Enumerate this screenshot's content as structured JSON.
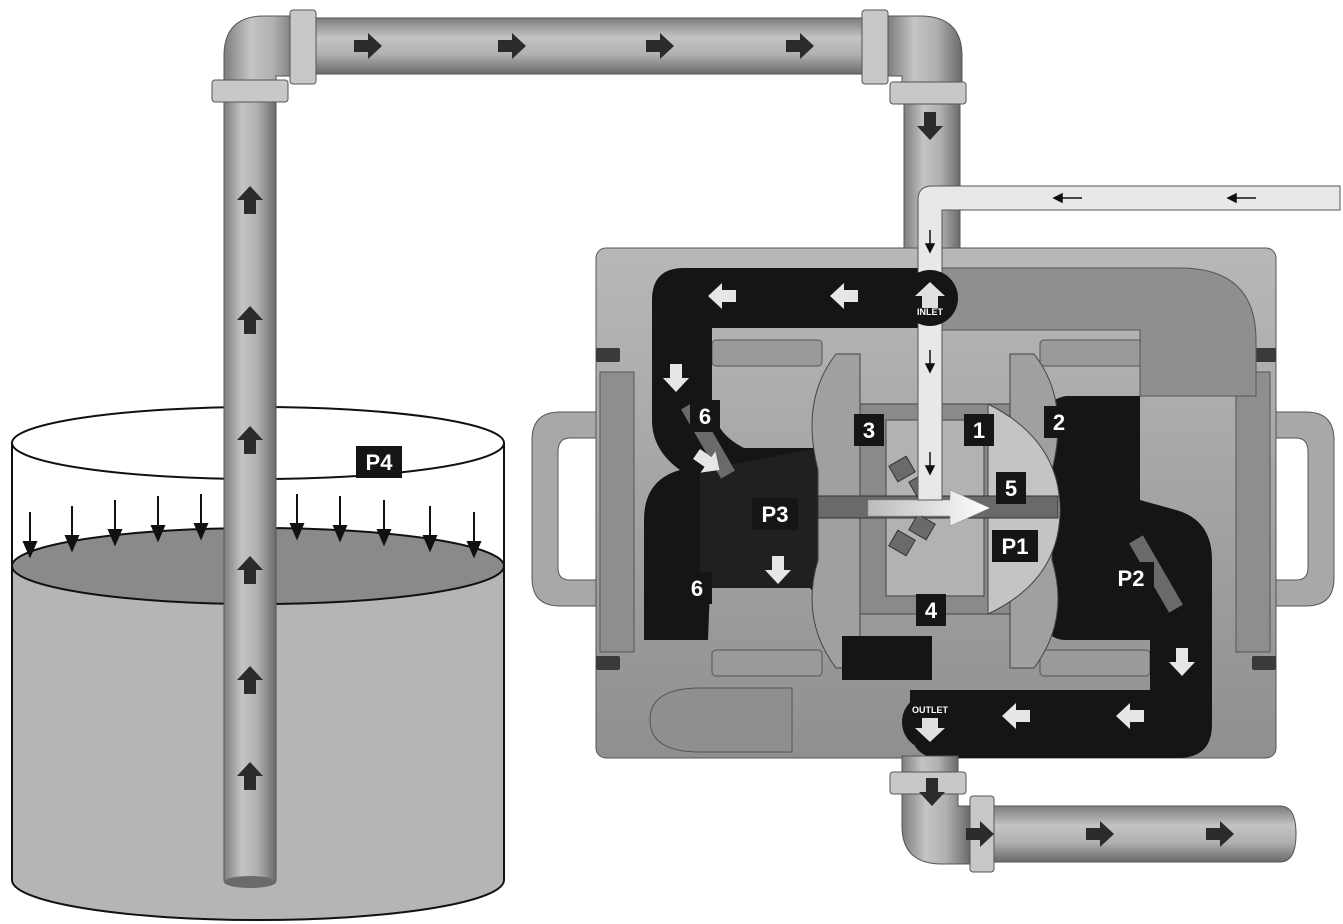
{
  "ports": {
    "inlet": "INLET",
    "outlet": "OUTLET"
  },
  "labels": {
    "n1": "1",
    "n2": "2",
    "n3": "3",
    "n4": "4",
    "n5": "5",
    "n6a": "6",
    "n6b": "6",
    "p1": "P1",
    "p2": "P2",
    "p3": "P3",
    "p4": "P4"
  },
  "colors": {
    "pipe": "#a5a5a5",
    "pipe_dark": "#6e6e6e",
    "chamber": "#151515",
    "liquid": "#9c9c9c",
    "air_line": "#e6e6e6"
  }
}
